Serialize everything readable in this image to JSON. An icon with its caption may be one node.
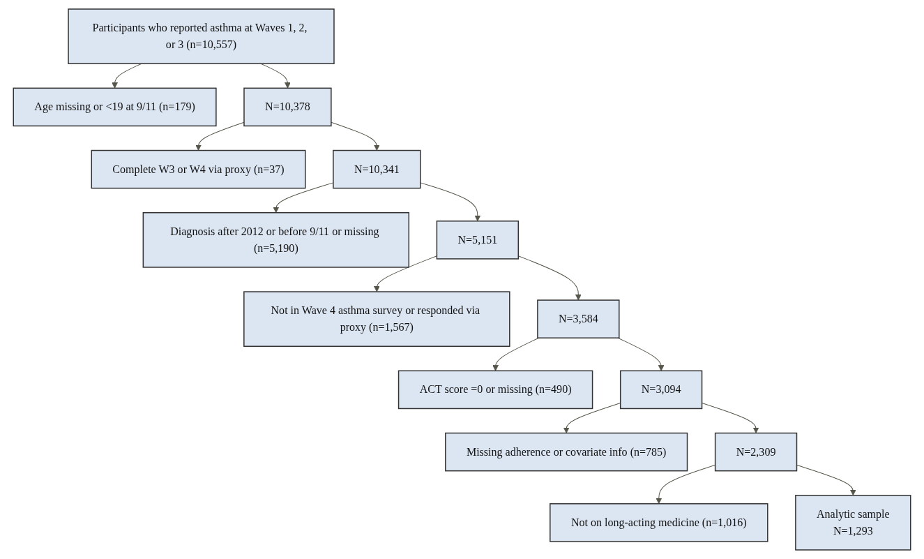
{
  "diagram": {
    "nodes": [
      {
        "text": [
          "Participants who reported asthma at Waves 1, 2, or 3 (n=10,557)"
        ]
      },
      {
        "text": [
          "Age missing or <19 at 9/11 (n=179)"
        ]
      },
      {
        "text": [
          "N=10,378"
        ]
      },
      {
        "text": [
          "Complete W3 or W4 via proxy (n=37)"
        ]
      },
      {
        "text": [
          "N=10,341"
        ]
      },
      {
        "text": [
          "Diagnosis after 2012 or before 9/11 or missing (n=5,190)"
        ]
      },
      {
        "text": [
          "N=5,151"
        ]
      },
      {
        "text": [
          "Not in Wave 4 asthma survey or responded via proxy (n=1,567)"
        ]
      },
      {
        "text": [
          "N=3,584"
        ]
      },
      {
        "text": [
          "ACT score =0 or missing (n=490)"
        ]
      },
      {
        "text": [
          "N=3,094"
        ]
      },
      {
        "text": [
          "Missing adherence or covariate info (n=785)"
        ]
      },
      {
        "text": [
          "N=2,309"
        ]
      },
      {
        "text": [
          "Not on long-acting medicine (n=1,016)"
        ]
      },
      {
        "text": [
          "Analytic sample",
          "N=1,293"
        ]
      }
    ],
    "edges": [
      {
        "from": 0,
        "to": 1,
        "arrow": "to"
      },
      {
        "from": 0,
        "to": 2,
        "arrow": "to"
      },
      {
        "from": 2,
        "to": 3,
        "arrow": "to"
      },
      {
        "from": 2,
        "to": 4,
        "arrow": "to"
      },
      {
        "from": 4,
        "to": 5,
        "arrow": "to"
      },
      {
        "from": 4,
        "to": 6,
        "arrow": "to"
      },
      {
        "from": 6,
        "to": 7,
        "arrow": "to"
      },
      {
        "from": 6,
        "to": 8,
        "arrow": "to"
      },
      {
        "from": 8,
        "to": 9,
        "arrow": "to"
      },
      {
        "from": 8,
        "to": 10,
        "arrow": "to"
      },
      {
        "from": 10,
        "to": 11,
        "arrow": "to"
      },
      {
        "from": 10,
        "to": 12,
        "arrow": "to"
      },
      {
        "from": 12,
        "to": 13,
        "arrow": "to"
      },
      {
        "from": 12,
        "to": 14,
        "arrow": "to"
      }
    ]
  }
}
